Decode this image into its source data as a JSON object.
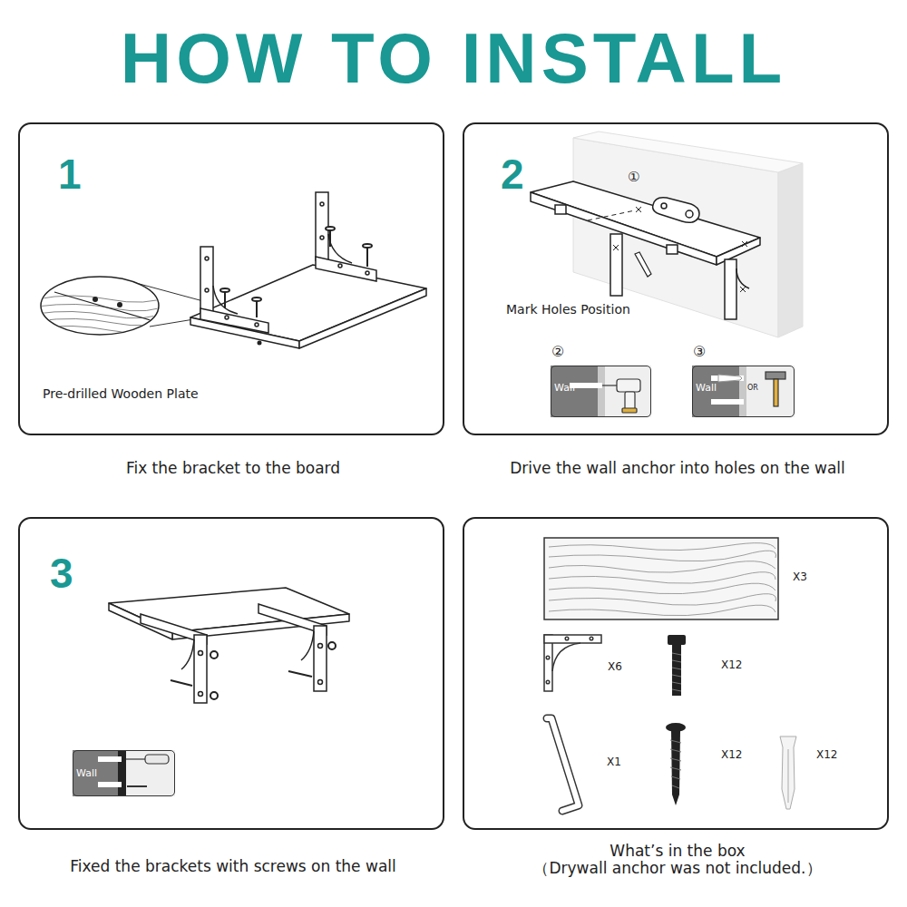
{
  "diagram": {
    "title": "HOW TO INSTALL",
    "nodes": [
      {
        "text": [
          "1",
          "Pre-drilled Wooden Plate",
          "Fix the bracket to the board"
        ]
      },
      {
        "text": [
          "2",
          "①",
          "Mark Holes Position",
          "Drive the wall anchor into holes on the wall"
        ]
      },
      {
        "text": [
          "②",
          "Wall"
        ],
        "in": 1
      },
      {
        "text": [
          "③",
          "Wall",
          "OR"
        ],
        "in": 1
      },
      {
        "text": [
          "3",
          "Fixed the brackets with screws on the wall"
        ]
      },
      {
        "text": [
          "Wall"
        ],
        "in": 4
      },
      {
        "text": [
          "X3",
          "X6",
          "X12",
          "X1",
          "X12",
          "X12",
          "What’s in the box",
          "（Drywall anchor was not included.）"
        ]
      }
    ]
  }
}
